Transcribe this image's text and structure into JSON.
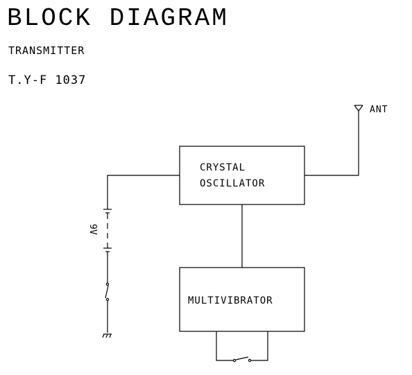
{
  "header": {
    "title": "BLOCK DIAGRAM",
    "subtitle": "TRANSMITTER",
    "model": "T.Y-F 1037"
  },
  "diagram": {
    "blocks": [
      {
        "line1": "CRYSTAL",
        "line2": "OSCILLATOR"
      },
      {
        "line1": "MULTIVIBRATOR"
      }
    ],
    "antenna_label": "ANT",
    "battery_label": "9V"
  },
  "colors": {
    "ink": "#000000",
    "background": "#ffffff"
  }
}
